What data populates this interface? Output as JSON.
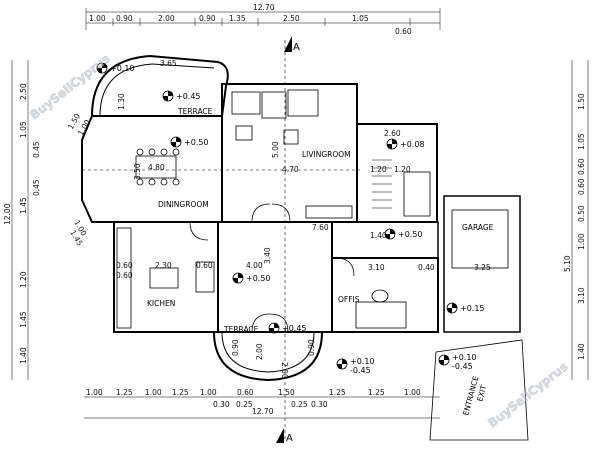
{
  "overall": {
    "width_top": "12.70",
    "width_bottom": "12.70",
    "height_left": "12.00"
  },
  "top_dims": [
    "1.00",
    "0.90",
    "2.00",
    "0.90",
    "1.35",
    "2.50",
    "1.05",
    "0.60"
  ],
  "bottom_dims_1": [
    "1.00",
    "1.25",
    "1.00",
    "1.25",
    "1.00",
    "0.60",
    "1.50",
    "1.25",
    "1.25",
    "1.00"
  ],
  "bottom_dims_2": [
    "0.30",
    "0.25",
    "0.25",
    "0.30"
  ],
  "left_dims": [
    "2.50",
    "1.05",
    "0.45",
    "0.45",
    "1.45",
    "1.20",
    "1.45",
    "1.40"
  ],
  "right_dims": [
    "1.50",
    "1.05",
    "0.60",
    "0.60",
    "0.50",
    "1.00",
    "5.10",
    "3.10",
    "1.40"
  ],
  "rooms": {
    "terrace_top": "TERRACE",
    "livingroom": "LIVINGROOM",
    "diningroom": "DININGROOM",
    "kitchen": "KICHEN",
    "terrace_bottom": "TERRACE",
    "office": "OFFIS",
    "garage": "GARAGE",
    "entrance": "ENTRANCE",
    "exit": "EXIT"
  },
  "levels": {
    "l1": "+0.10",
    "l2": "+0.45",
    "l3": "+0.50",
    "l4": "+0.50",
    "l5": "+0.45",
    "l6": "+0.08",
    "l7": "+0.50",
    "l8": "+0.15",
    "l9": "+0.10",
    "l10": "-0.45",
    "l11": "+0.10",
    "l12": "-0.45"
  },
  "inner_dims": {
    "terrace_w": "3.65",
    "terrace_h": "1.30",
    "dining_w": "4.80",
    "dining_h": "3.50",
    "living_h": "5.00",
    "living_w": "4.70",
    "stair_w": "2.60",
    "stair_a": "1.20",
    "stair_b": "1.20",
    "stair_c": "1.40",
    "hall_w": "7.60",
    "kitchen_w": "2.30",
    "kitchen_d": "0.60",
    "kitchen_d2": "0.60",
    "kitchen_d3": "0.60",
    "center_w": "4.00",
    "center_h": "3.40",
    "office_w": "3.10",
    "office_d": "0.40",
    "garage_w": "3.25",
    "bay_a": "2.00",
    "bay_b": "2.00",
    "bay_c": "0.90",
    "bay_d": "0.90",
    "left_a": "1.50",
    "left_b": "1.00",
    "left_c": "1.00",
    "left_d": "1.45"
  },
  "watermark": "BuySellCyprus",
  "north_marker": "A"
}
